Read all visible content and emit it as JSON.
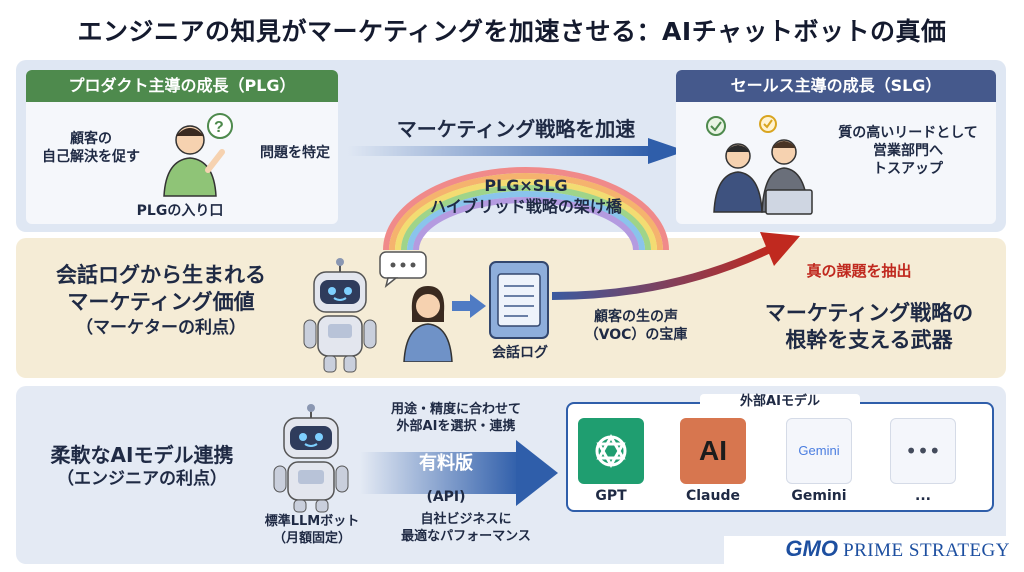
{
  "title": "エンジニアの知見がマーケティングを加速させる：AIチャットボットの真価",
  "top": {
    "plg_header": "プロダクト主導の成長（PLG）",
    "plg_left_line1": "顧客の",
    "plg_left_line2": "自己解決を促す",
    "plg_right": "問題を特定",
    "plg_entry": "PLGの入り口",
    "arrow_label": "マーケティング戦略を加速",
    "slg_header": "セールス主導の成長（SLG）",
    "slg_line1": "質の高いリードとして",
    "slg_line2": "営業部門へ",
    "slg_line3": "トスアップ",
    "bridge_line1": "PLG×SLG",
    "bridge_line2": "ハイブリッド戦略の架け橋"
  },
  "middle": {
    "heading_line1": "会話ログから生まれる",
    "heading_line2": "マーケティング価値",
    "heading_line3": "（マーケターの利点）",
    "log_label": "会話ログ",
    "voc_line1": "顧客の生の声",
    "voc_line2": "（VOC）の宝庫",
    "extract_label": "真の課題を抽出",
    "weapon_line1": "マーケティング戦略の",
    "weapon_line2": "根幹を支える武器"
  },
  "bottom": {
    "heading_line1": "柔軟なAIモデル連携",
    "heading_line2": "（エンジニアの利点）",
    "bot_line1": "標準LLMボット",
    "bot_line2": "（月額固定）",
    "select_line1": "用途・精度に合わせて",
    "select_line2": "外部AIを選択・連携",
    "paid_label": "有料版",
    "api_label": "(API)",
    "perf_line1": "自社ビジネスに",
    "perf_line2": "最適なパフォーマンス",
    "models_title": "外部AIモデル",
    "models": [
      {
        "name": "GPT",
        "color": "#1f9e70"
      },
      {
        "name": "Claude",
        "color": "#d7764f"
      },
      {
        "name": "Gemini",
        "color": "#4a7de0"
      },
      {
        "name": "...",
        "color": "#444b5c"
      }
    ],
    "claude_logo": "AI",
    "gemini_logo": "Gemini",
    "more_logo": "•••"
  },
  "brand": {
    "gmo": "GMO",
    "rest": "PRIME STRATEGY"
  },
  "colors": {
    "plg_green": "#4e8a4d",
    "slg_navy": "#45598c",
    "arrow_blue": "#2f5eaa",
    "extract_red": "#c0291f",
    "title_navy": "#141a2e"
  }
}
